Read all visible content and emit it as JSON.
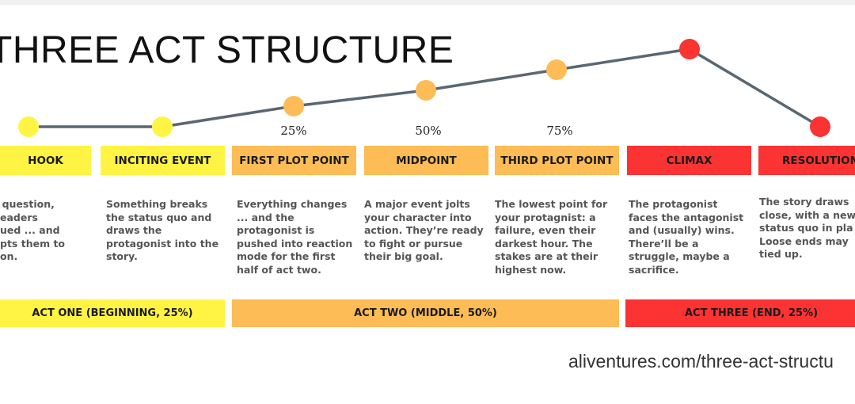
{
  "title": "THREE ACT STRUCTURE",
  "colors": {
    "yellow": "#fff444",
    "orange": "#fdbc55",
    "red": "#fb3333",
    "line": "#5a6772",
    "text": "#555555"
  },
  "stages": [
    {
      "label": "HOOK",
      "color": "yellow",
      "level": 1,
      "description": [
        "s a question,",
        "eaders",
        "ued ... and",
        "pts them to",
        "on."
      ]
    },
    {
      "label": "INCITING EVENT",
      "color": "yellow",
      "level": 1,
      "description": [
        "Something breaks",
        "the status quo and",
        "draws the",
        "protagonist into the",
        "story."
      ]
    },
    {
      "label": "FIRST PLOT POINT",
      "color": "orange",
      "level": 2,
      "percent": "25%",
      "description": [
        "Everything changes",
        "... and the",
        "protagonist is",
        "pushed into reaction",
        "mode for the first",
        "half of act two."
      ]
    },
    {
      "label": "MIDPOINT",
      "color": "orange",
      "level": 3,
      "percent": "50%",
      "description": [
        "A major event jolts",
        "your character into",
        "action. They’re ready",
        "to fight or pursue",
        "their big goal."
      ]
    },
    {
      "label": "THIRD PLOT POINT",
      "color": "orange",
      "level": 4,
      "percent": "75%",
      "description": [
        "The lowest point for",
        "your protagnist: a",
        "failure, even their",
        "darkest hour. The",
        "stakes are at their",
        "highest now."
      ]
    },
    {
      "label": "CLIMAX",
      "color": "red",
      "level": 5,
      "description": [
        "The protagonist",
        "faces the antagonist",
        "and (usually) wins.",
        "There’ll be a",
        "struggle, maybe a",
        "sacrifice."
      ]
    },
    {
      "label": "RESOLUTION",
      "color": "red",
      "level": 1,
      "description": [
        "The story draws",
        "close, with a new",
        "status quo in pla",
        "Loose ends may",
        "tied up."
      ]
    }
  ],
  "acts": [
    {
      "label": "ACT ONE (BEGINNING, 25%)",
      "color": "yellow"
    },
    {
      "label": "ACT TWO (MIDDLE, 50%)",
      "color": "orange"
    },
    {
      "label": "ACT THREE (END, 25%)",
      "color": "red"
    }
  ],
  "source_url": "aliventures.com/three-act-structu"
}
